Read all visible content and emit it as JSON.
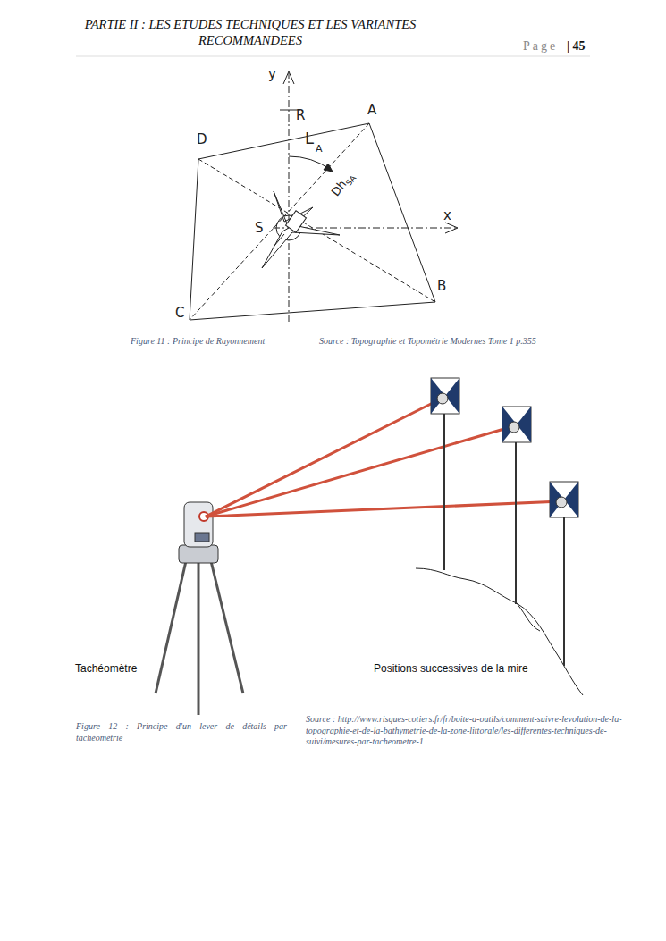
{
  "diagram": {
    "title": "PARTIE II : LES ETUDES TECHNIQUES ET  LES VARIANTES RECOMMANDEES",
    "labels": [
      "y",
      "R",
      "A",
      "D",
      "L",
      "A",
      "Dh",
      "SA",
      "x",
      "S",
      "B",
      "C",
      "Figure 11 : Principe de Rayonnement",
      "Source : Topographie et Topométrie Modernes Tome 1 p.355",
      "Tachéomètre",
      "Positions successives de la mire",
      "Figure 12 : Principe d'un lever de détails par tachéométrie",
      "Source :  http://www.risques-cotiers.fr/fr/boite-a-outils/comment-suivre-levolution-de-la-topographie-et-de-la-bathymetrie-de-la-zone-littorale/les-differentes-techniques-de-suivi/mesures-par-tacheometre-1",
      "Page",
      "| 45"
    ]
  }
}
